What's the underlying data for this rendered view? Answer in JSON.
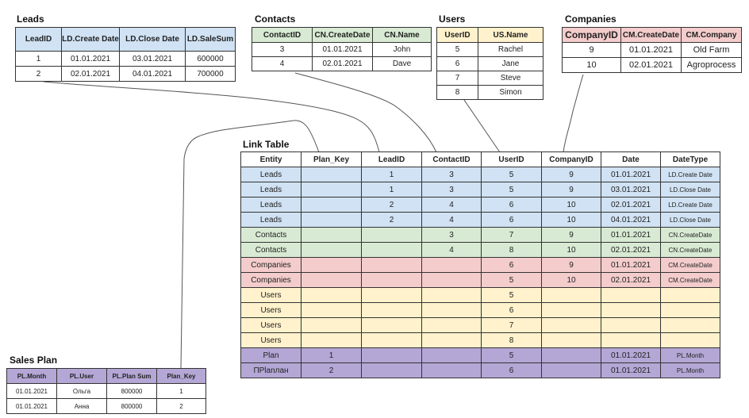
{
  "leads": {
    "title": "Leads",
    "headers": [
      "LeadID",
      "LD.Create Date",
      "LD.Close Date",
      "LD.SaleSum"
    ],
    "rows": [
      [
        "1",
        "01.01.2021",
        "03.01.2021",
        "600000"
      ],
      [
        "2",
        "02.01.2021",
        "04.01.2021",
        "700000"
      ]
    ]
  },
  "contacts": {
    "title": "Contacts",
    "headers": [
      "ContactID",
      "CN.CreateDate",
      "CN.Name"
    ],
    "rows": [
      [
        "3",
        "01.01.2021",
        "John"
      ],
      [
        "4",
        "02.01.2021",
        "Dave"
      ]
    ]
  },
  "users": {
    "title": "Users",
    "headers": [
      "UserID",
      "US.Name"
    ],
    "rows": [
      [
        "5",
        "Rachel"
      ],
      [
        "6",
        "Jane"
      ],
      [
        "7",
        "Steve"
      ],
      [
        "8",
        "Simon"
      ]
    ]
  },
  "companies": {
    "title": "Companies",
    "headers": [
      "CompanyID",
      "CM.CreateDate",
      "CM.Company"
    ],
    "rows": [
      [
        "9",
        "01.01.2021",
        "Old Farm"
      ],
      [
        "10",
        "02.01.2021",
        "Agroprocess"
      ]
    ]
  },
  "link_table": {
    "title": "Link Table",
    "headers": [
      "Entity",
      "Plan_Key",
      "LeadID",
      "ContactID",
      "UserID",
      "CompanyID",
      "Date",
      "DateType"
    ],
    "rows": [
      {
        "group": "leads",
        "cells": [
          "Leads",
          "",
          "1",
          "3",
          "5",
          "9",
          "01.01.2021",
          "LD.Create Date"
        ]
      },
      {
        "group": "leads",
        "cells": [
          "Leads",
          "",
          "1",
          "3",
          "5",
          "9",
          "03.01.2021",
          "LD.Close Date"
        ]
      },
      {
        "group": "leads",
        "cells": [
          "Leads",
          "",
          "2",
          "4",
          "6",
          "10",
          "02.01.2021",
          "LD.Create Date"
        ]
      },
      {
        "group": "leads",
        "cells": [
          "Leads",
          "",
          "2",
          "4",
          "6",
          "10",
          "04.01.2021",
          "LD.Close Date"
        ]
      },
      {
        "group": "contacts",
        "cells": [
          "Contacts",
          "",
          "",
          "3",
          "7",
          "9",
          "01.01.2021",
          "CN.CreateDate"
        ]
      },
      {
        "group": "contacts",
        "cells": [
          "Contacts",
          "",
          "",
          "4",
          "8",
          "10",
          "02.01.2021",
          "CN.CreateDate"
        ]
      },
      {
        "group": "companies",
        "cells": [
          "Companies",
          "",
          "",
          "",
          "6",
          "9",
          "01.01.2021",
          "CM.CreateDate"
        ]
      },
      {
        "group": "companies",
        "cells": [
          "Companies",
          "",
          "",
          "",
          "5",
          "10",
          "02.01.2021",
          "CM.CreateDate"
        ]
      },
      {
        "group": "users",
        "cells": [
          "Users",
          "",
          "",
          "",
          "5",
          "",
          "",
          ""
        ]
      },
      {
        "group": "users",
        "cells": [
          "Users",
          "",
          "",
          "",
          "6",
          "",
          "",
          ""
        ]
      },
      {
        "group": "users",
        "cells": [
          "Users",
          "",
          "",
          "",
          "7",
          "",
          "",
          ""
        ]
      },
      {
        "group": "users",
        "cells": [
          "Users",
          "",
          "",
          "",
          "8",
          "",
          "",
          ""
        ]
      },
      {
        "group": "plan",
        "cells": [
          "Plan",
          "1",
          "",
          "",
          "5",
          "",
          "01.01.2021",
          "PL.Month"
        ]
      },
      {
        "group": "plan",
        "cells": [
          "ПPlanлан",
          "2",
          "",
          "",
          "6",
          "",
          "01.01.2021",
          "PL.Month"
        ]
      }
    ]
  },
  "sales_plan": {
    "title": "Sales Plan",
    "headers": [
      "PL.Month",
      "PL.User",
      "PL.Plan Sum",
      "Plan_Key"
    ],
    "rows": [
      [
        "01.01.2021",
        "Ольга",
        "800000",
        "1"
      ],
      [
        "01.01.2021",
        "Анна",
        "800000",
        "2"
      ]
    ]
  },
  "colors": {
    "leads": "#d0e2f3",
    "contacts": "#d8ead3",
    "companies": "#f4cccc",
    "users": "#fff2cc",
    "plan": "#b4a7d6"
  }
}
